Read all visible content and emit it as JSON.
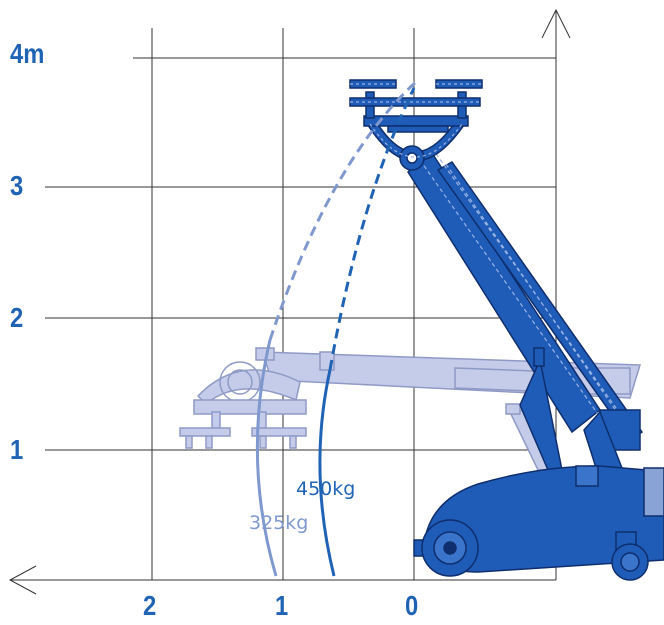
{
  "axis_labels": {
    "y": [
      "4m",
      "3",
      "2",
      "1"
    ],
    "x": [
      "2",
      "1",
      "0"
    ]
  },
  "capacities": [
    {
      "label": "325kg",
      "color": "#7f99cf"
    },
    {
      "label": "450kg",
      "color": "#1f63b5"
    }
  ],
  "colors": {
    "grid": "#333333",
    "lift_body": "#1f5cb8",
    "lift_outline": "#0f2e6d",
    "ghost_boom": "#c4ccea",
    "ghost_outline": "#8f9ac5",
    "label_blue": "#1f63b5",
    "curve_light": "#7f99cf",
    "curve_dark": "#1f63b5"
  },
  "icons": [
    "arrow-up-icon",
    "arrow-left-icon"
  ]
}
